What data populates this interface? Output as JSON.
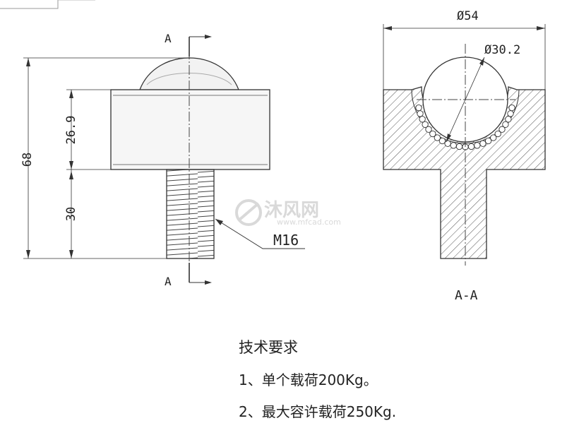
{
  "dimensions": {
    "total_height": "68",
    "head_height": "26.9",
    "thread_length": "30",
    "outer_diameter": "Ø54",
    "ball_diameter": "Ø30.2",
    "thread_spec": "M16"
  },
  "section": {
    "cut_label_top": "A",
    "cut_label_bottom": "A",
    "view_label": "A-A"
  },
  "watermark": {
    "cn": "沐风网",
    "url": "www.mfcad.com"
  },
  "notes": {
    "title": "技术要求",
    "items": [
      "1、单个载荷200Kg。",
      "2、最大容许载荷250Kg."
    ]
  }
}
